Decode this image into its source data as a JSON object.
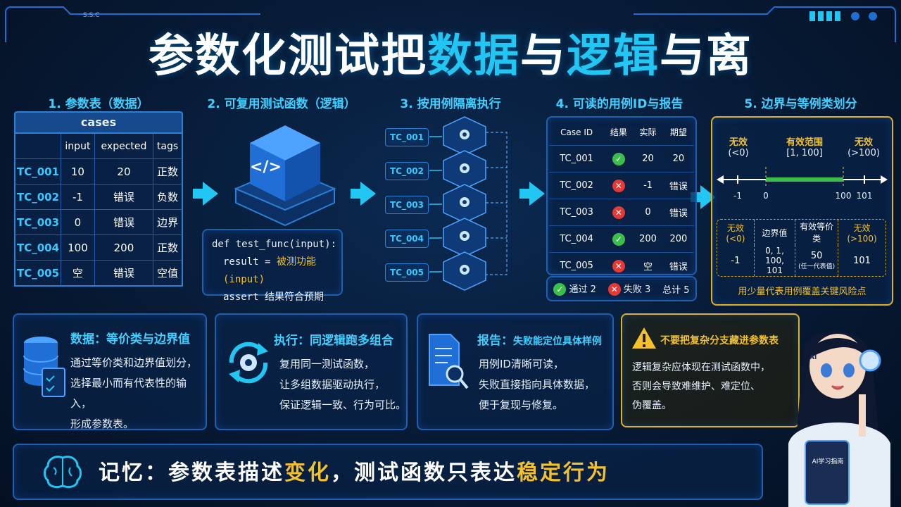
{
  "header": {
    "title_parts": [
      "参数化测试把",
      "数据",
      "与",
      "逻辑",
      "与离"
    ],
    "corner_text": "S.S.C"
  },
  "sections": {
    "s1": "1. 参数表（数据）",
    "s2": "2. 可复用测试函数（逻辑）",
    "s3": "3. 按用例隔离执行",
    "s4": "4. 可读的用例ID与报告",
    "s5": "5. 边界与等例类划分"
  },
  "param_table": {
    "title": "cases",
    "headers": [
      "",
      "input",
      "expected",
      "tags"
    ],
    "rows": [
      [
        "TC_001",
        "10",
        "20",
        "正数"
      ],
      [
        "TC_002",
        "-1",
        "错误",
        "负数"
      ],
      [
        "TC_003",
        "0",
        "错误",
        "边界"
      ],
      [
        "TC_004",
        "100",
        "200",
        "正数"
      ],
      [
        "TC_005",
        "空",
        "错误",
        "空值"
      ]
    ]
  },
  "code": {
    "line1": "def test_func(input):",
    "line2_a": "result = ",
    "line2_b": "被测功能(input)",
    "line3": "assert 结果符合预期",
    "icon": "</>"
  },
  "isolation": {
    "cases": [
      "TC_001",
      "TC_002",
      "TC_003",
      "TC_004",
      "TC_005"
    ]
  },
  "report": {
    "headers": [
      "Case ID",
      "结果",
      "实际",
      "期望"
    ],
    "rows": [
      {
        "id": "TC_001",
        "pass": true,
        "actual": "20",
        "expected": "20"
      },
      {
        "id": "TC_002",
        "pass": false,
        "actual": "-1",
        "expected": "错误"
      },
      {
        "id": "TC_003",
        "pass": false,
        "actual": "0",
        "expected": "错误"
      },
      {
        "id": "TC_004",
        "pass": true,
        "actual": "200",
        "expected": "200"
      },
      {
        "id": "TC_005",
        "pass": false,
        "actual": "空",
        "expected": "错误"
      }
    ],
    "summary": {
      "pass": "通过 2",
      "fail": "失败 3",
      "total": "总计 5"
    }
  },
  "boundary": {
    "zones": [
      {
        "label": "无效",
        "range": "(<0)"
      },
      {
        "label": "有效范围",
        "range": "[1, 100]"
      },
      {
        "label": "无效",
        "range": "(>100)"
      }
    ],
    "ticks": [
      "-1",
      "0",
      "100",
      "101"
    ],
    "table_headers": [
      "无效(<0)",
      "边界值",
      "有效等价类",
      "无效(>100)"
    ],
    "table_values": [
      "-1",
      "0, 1, 100,\n101",
      "50",
      "101"
    ],
    "table_note": "(任一代表值)",
    "caption": "用少量代表用例覆盖关键风险点"
  },
  "cards": [
    {
      "title": "数据：等价类与边界值",
      "lines": [
        "通过等价类和边界值划分，",
        "选择最小而有代表性的输入，",
        "形成参数表。"
      ]
    },
    {
      "title": "执行：同逻辑跑多组合",
      "lines": [
        "复用同一测试函数，",
        "让多组数据驱动执行，",
        "保证逻辑一致、行为可比。"
      ]
    },
    {
      "title_a": "报告：",
      "title_b": "失败能定位具体样例",
      "lines": [
        "用例ID清晰可读，",
        "失败直接指向具体数据，",
        "便于复现与修复。"
      ]
    },
    {
      "title": "不要把复杂分支藏进参数表",
      "lines": [
        "逻辑复杂应体现在测试函数中，",
        "否则会导致难维护、难定位、",
        "伪覆盖。"
      ]
    }
  ],
  "memory": {
    "prefix": "记忆：参数表描述",
    "hl1": "变化",
    "mid": "，测试函数只表达",
    "hl2": "稳定行为"
  },
  "mascot": {
    "book_label": "AI学习指南",
    "headphone_label": "AI"
  },
  "colors": {
    "accent": "#22c6f2",
    "gold": "#f3c12b",
    "pass": "#3cbf4a",
    "fail": "#e53935"
  }
}
